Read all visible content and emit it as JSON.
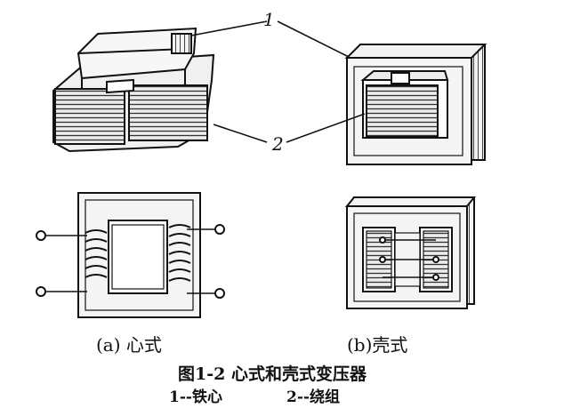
{
  "figure": {
    "callout_1": "1",
    "callout_2": "2",
    "subcaption_a": "(a) 心式",
    "subcaption_b": "(b)壳式",
    "title": "图1-2 心式和壳式变压器",
    "legend_1": "1--铁心",
    "legend_2": "2--绕组"
  },
  "colors": {
    "ink": "#111111",
    "core_fill": "#f4f4f4",
    "winding_fill": "#e8e8e8",
    "background": "#ffffff"
  }
}
